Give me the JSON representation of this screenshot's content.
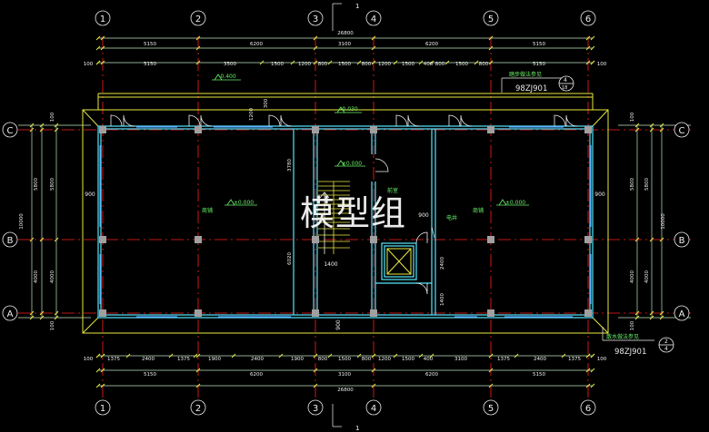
{
  "axes": {
    "numeric": [
      "1",
      "2",
      "3",
      "4",
      "5",
      "6"
    ],
    "letters": [
      "C",
      "B",
      "A"
    ]
  },
  "dims": {
    "total": "26800",
    "top_main": [
      "5150",
      "6200",
      "3100",
      "6200",
      "5150"
    ],
    "top_detail": [
      "100",
      "5150",
      "3500",
      "1500",
      "1200",
      "800",
      "1500",
      "800",
      "1200",
      "1500",
      "400",
      "800",
      "1500",
      "800",
      "5150",
      "100"
    ],
    "bottom_detail": [
      "100",
      "1375",
      "2400",
      "1375",
      "1900",
      "2400",
      "1900",
      "800",
      "1500",
      "800",
      "1200",
      "1500",
      "400",
      "3100",
      "1375",
      "2400",
      "1375",
      "100"
    ],
    "bottom_main": [
      "5150",
      "6200",
      "3100",
      "6200",
      "5150"
    ],
    "left_outer": "10000",
    "left_mid": [
      "5800",
      "4000"
    ],
    "left_inner": [
      "5800",
      "4000"
    ],
    "right_outer": "10000",
    "right_mid": [
      "5800",
      "4000"
    ],
    "right_inner": [
      "5800",
      "4000"
    ],
    "edge_100": "100"
  },
  "labels": {
    "shop_left": "商铺",
    "shop_right": "商铺",
    "elev_left": "±0.000",
    "elev_right": "±0.000",
    "elev_center": "±0.000",
    "elev_top1": "-0.400",
    "elev_top2": "-0.030",
    "room_mid": "前室",
    "shaft": "电井",
    "stair_dim": "3780",
    "stair_dim2": "6020",
    "stair_w": "1400",
    "door_dim": "900",
    "side_900_left": "900",
    "side_900_right": "900",
    "d_2400": "2400",
    "d_1400": "1400",
    "d_900_bottom": "900",
    "d_1200": "1200",
    "d_300": "300",
    "ref_top_note": "踏步做法参见",
    "ref_top_code": "98ZJ901",
    "ref_top_circle_top": "4",
    "ref_top_circle_bot": "18",
    "ref_bottom_note": "散水做法参见",
    "ref_bottom_code": "98ZJ901",
    "ref_bottom_circle_top": "2",
    "ref_bottom_circle_bot": "4",
    "watermark": "模型组",
    "section_mark": "1"
  },
  "colors": {
    "background": "#000000",
    "dim_lines": "#bfe6bf",
    "axis_red": "#ff2020",
    "wall_cyan": "#55e6ff",
    "yellow": "#e8e840",
    "column_gray": "#a0a0a0",
    "window_blue": "#5aa0ff",
    "white_lines": "#f0f0f0",
    "green_text": "#69f069"
  }
}
